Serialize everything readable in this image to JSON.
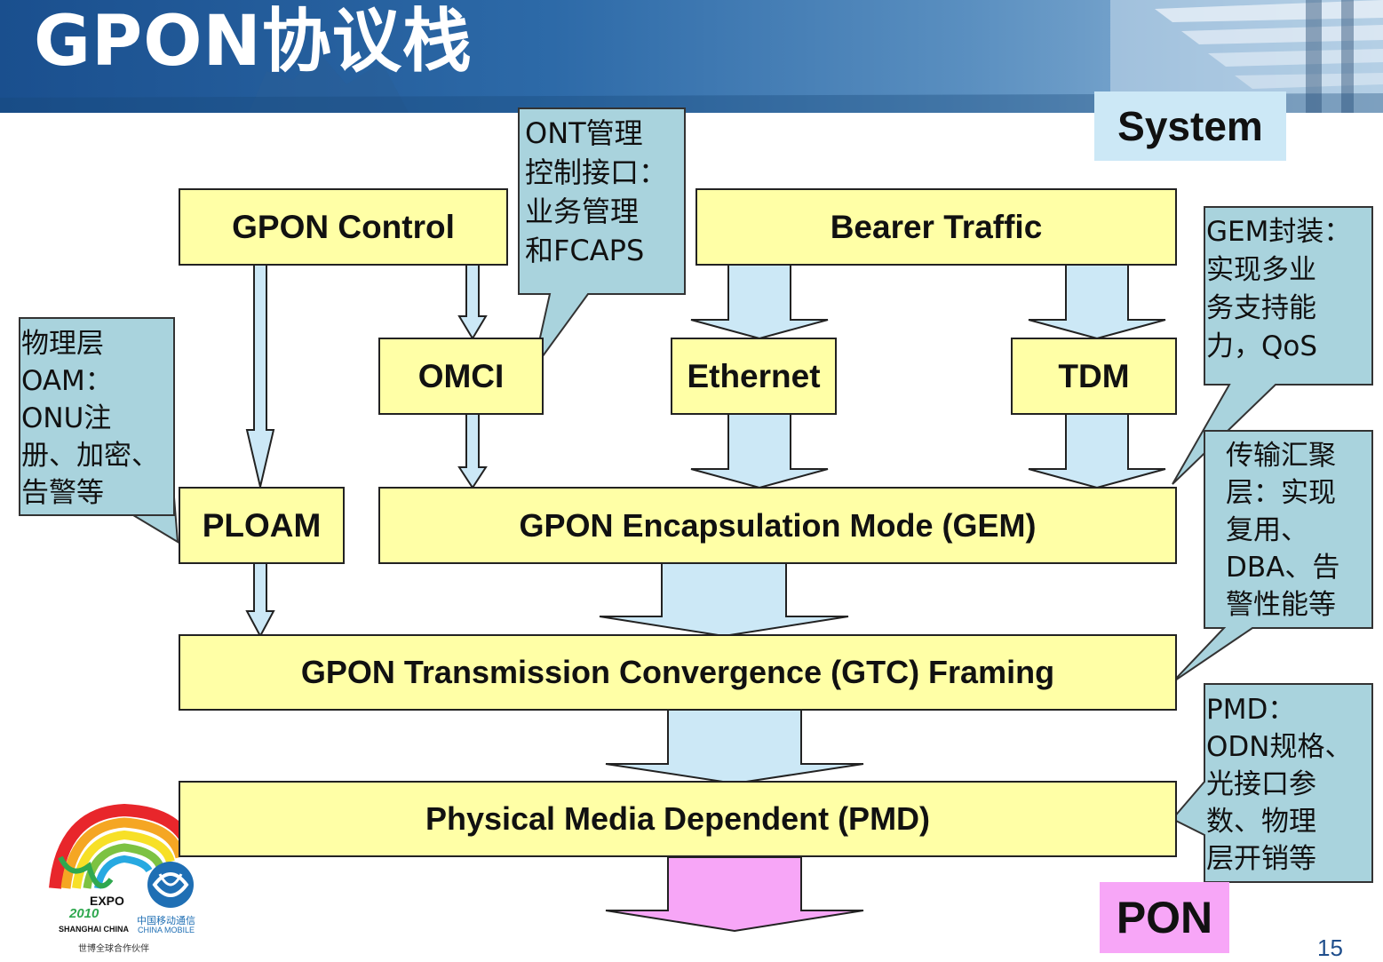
{
  "header": {
    "title": "GPON协议栈"
  },
  "labels": {
    "system": "System",
    "pon": "PON",
    "page_number": "15"
  },
  "boxes": {
    "gpon_control": "GPON Control",
    "bearer_traffic": "Bearer Traffic",
    "omci": "OMCI",
    "ethernet": "Ethernet",
    "tdm": "TDM",
    "ploam": "PLOAM",
    "gem": "GPON Encapsulation Mode (GEM)",
    "gtc": "GPON Transmission Convergence (GTC) Framing",
    "pmd": "Physical Media Dependent (PMD)"
  },
  "callouts": {
    "ont": "ONT管理\n控制接口：\n业务管理\n和FCAPS",
    "physical_oam": "物理层\nOAM：\nONU注\n册、加密、\n告警等",
    "gem_encap": "GEM封装：\n实现多业\n务支持能\n力，QoS",
    "tc_layer": "传输汇聚\n层：实现\n复用、\nDBA、告\n警性能等",
    "pmd_note": "PMD：\nODN规格、\n光接口参\n数、物理\n层开销等"
  },
  "logo": {
    "expo_text": "EXPO",
    "year_text": "2010",
    "city_text": "SHANGHAI CHINA",
    "cmcc_cn": "中国移动通信",
    "cmcc_en": "CHINA MOBILE",
    "partner_text": "世博全球合作伙伴"
  },
  "colors": {
    "box_fill": "#ffffa6",
    "callout_fill": "#a9d3dd",
    "arrow_fill": "#cce8f6",
    "pon_arrow_fill": "#f7a6f7",
    "system_bg": "#cce8f6",
    "pon_bg": "#f7a6f7"
  }
}
